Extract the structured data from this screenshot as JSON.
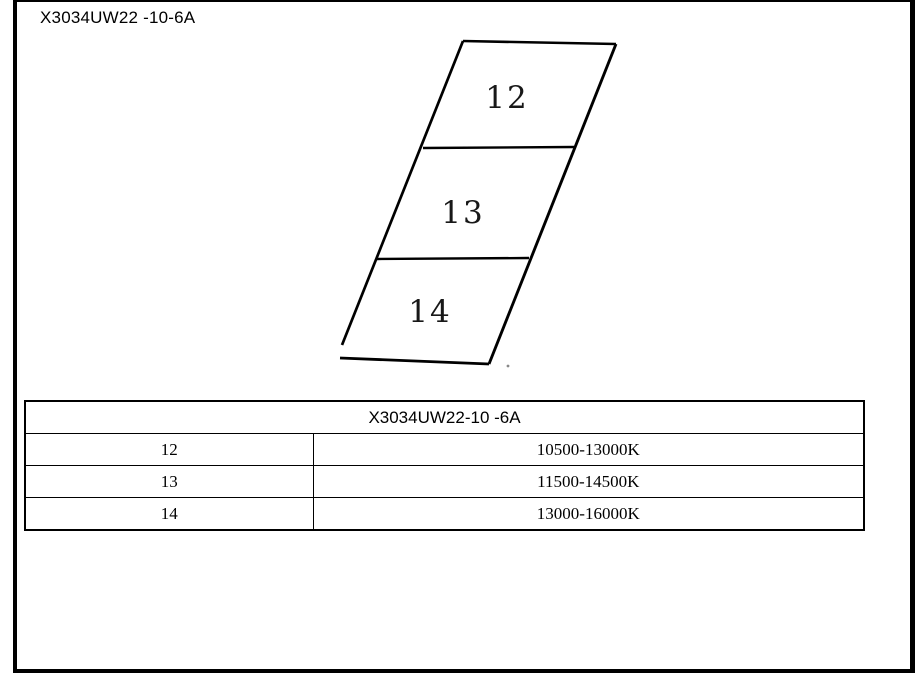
{
  "page": {
    "title": "X3034UW22 -10-6A"
  },
  "diagram": {
    "sections": [
      {
        "label": "12"
      },
      {
        "label": "13"
      },
      {
        "label": "14"
      }
    ]
  },
  "table": {
    "header": "X3034UW22-10 -6A",
    "rows": [
      {
        "bin": "12",
        "range": "10500-13000K"
      },
      {
        "bin": "13",
        "range": "11500-14500K"
      },
      {
        "bin": "14",
        "range": "13000-16000K"
      }
    ]
  }
}
